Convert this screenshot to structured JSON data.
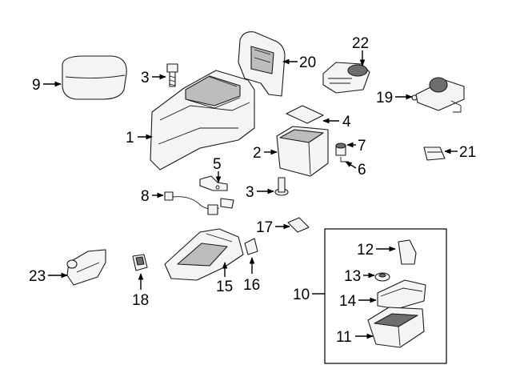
{
  "callouts": {
    "c1": "1",
    "c2": "2",
    "c3a": "3",
    "c3b": "3",
    "c4": "4",
    "c5": "5",
    "c6": "6",
    "c7": "7",
    "c8": "8",
    "c9": "9",
    "c10": "10",
    "c11": "11",
    "c12": "12",
    "c13": "13",
    "c14": "14",
    "c15": "15",
    "c16": "16",
    "c17": "17",
    "c18": "18",
    "c19": "19",
    "c20": "20",
    "c21": "21",
    "c22": "22",
    "c23": "23"
  }
}
